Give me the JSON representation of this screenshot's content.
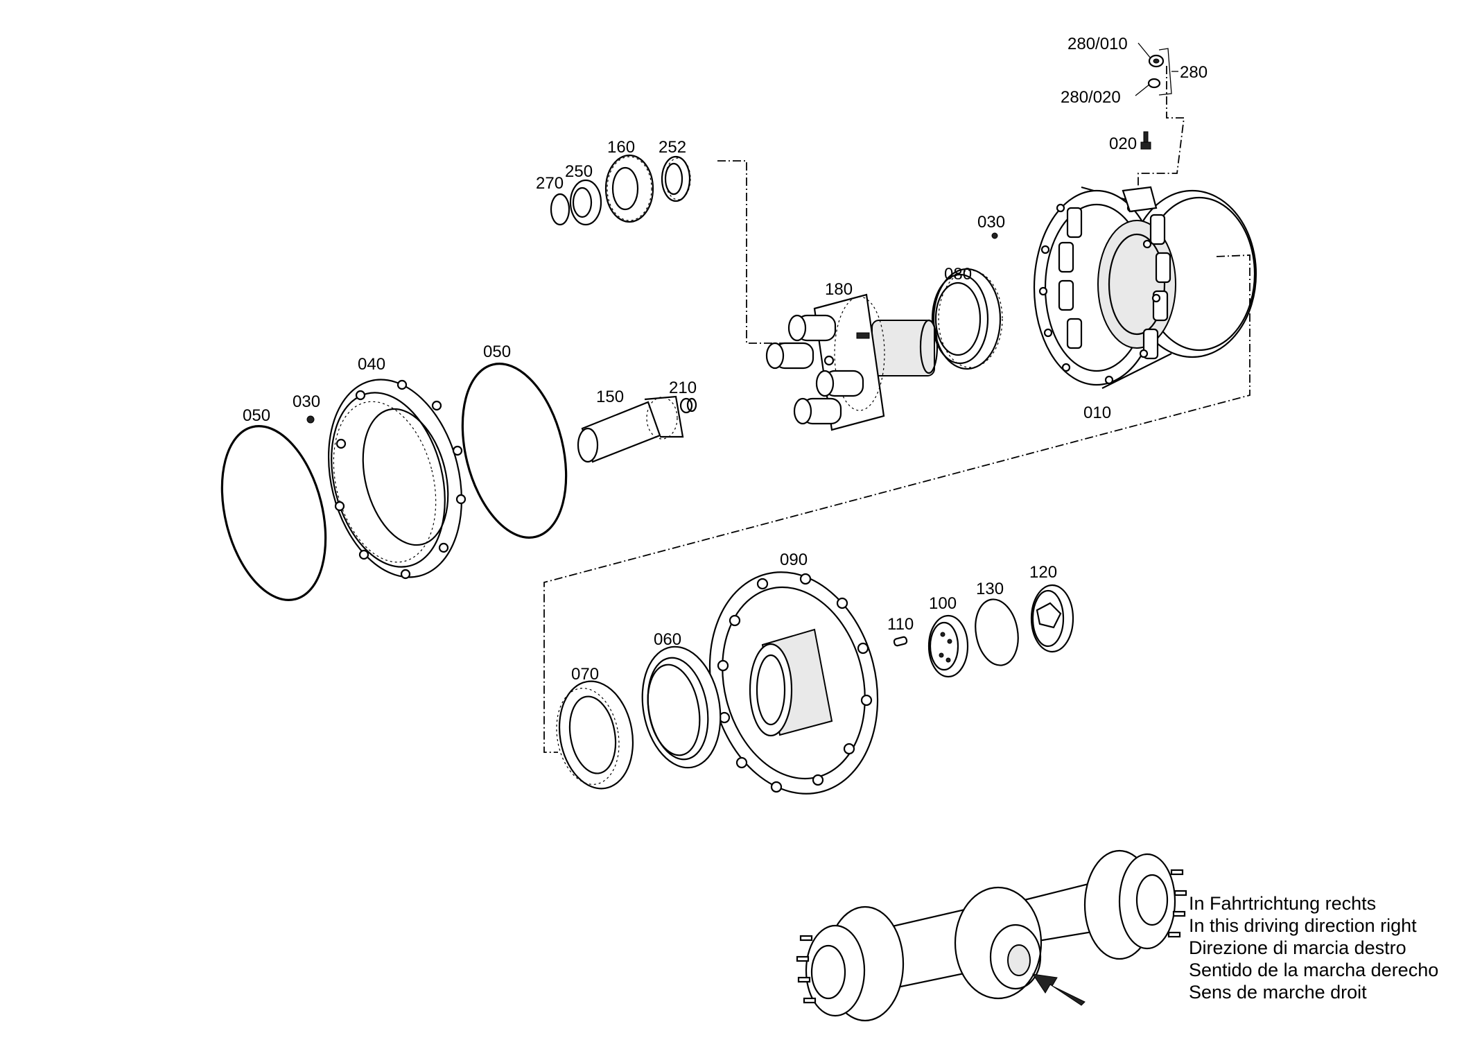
{
  "labels": {
    "p280_010": "280/010",
    "p280": "280",
    "p280_020": "280/020",
    "p020": "020",
    "p030_top": "030",
    "p160": "160",
    "p252": "252",
    "p250": "250",
    "p270": "270",
    "p180": "180",
    "p080": "080",
    "p010": "010",
    "p040": "040",
    "p050_right": "050",
    "p050_left": "050",
    "p030_left": "030",
    "p150": "150",
    "p210": "210",
    "p090": "090",
    "p060": "060",
    "p070": "070",
    "p110": "110",
    "p100": "100",
    "p130": "130",
    "p120": "120"
  },
  "caption": {
    "line1": "In Fahrtrichtung rechts",
    "line2": "In this driving direction right",
    "line3": "Direzione di marcia destro",
    "line4": "Sentido de la marcha derecho",
    "line5": "Sens de marche droit"
  }
}
